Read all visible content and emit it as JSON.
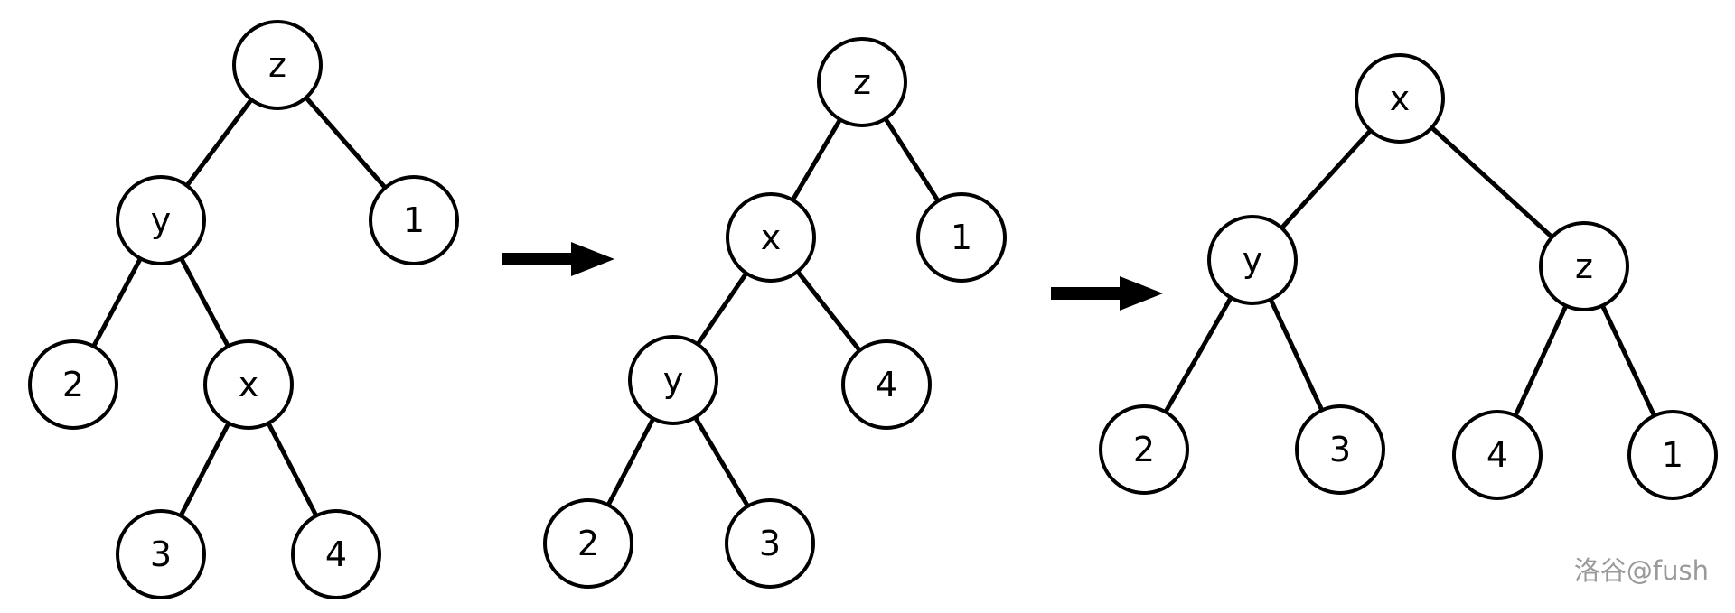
{
  "trees": [
    {
      "id": "tree-1",
      "nodes": [
        {
          "id": "z",
          "label": "z"
        },
        {
          "id": "y",
          "label": "y"
        },
        {
          "id": "n1",
          "label": "1"
        },
        {
          "id": "n2",
          "label": "2"
        },
        {
          "id": "x",
          "label": "x"
        },
        {
          "id": "n3",
          "label": "3"
        },
        {
          "id": "n4",
          "label": "4"
        }
      ],
      "edges": [
        [
          "z",
          "y"
        ],
        [
          "z",
          "n1"
        ],
        [
          "y",
          "n2"
        ],
        [
          "y",
          "x"
        ],
        [
          "x",
          "n3"
        ],
        [
          "x",
          "n4"
        ]
      ]
    },
    {
      "id": "tree-2",
      "nodes": [
        {
          "id": "z",
          "label": "z"
        },
        {
          "id": "x",
          "label": "x"
        },
        {
          "id": "n1",
          "label": "1"
        },
        {
          "id": "y",
          "label": "y"
        },
        {
          "id": "n4",
          "label": "4"
        },
        {
          "id": "n2",
          "label": "2"
        },
        {
          "id": "n3",
          "label": "3"
        }
      ],
      "edges": [
        [
          "z",
          "x"
        ],
        [
          "z",
          "n1"
        ],
        [
          "x",
          "y"
        ],
        [
          "x",
          "n4"
        ],
        [
          "y",
          "n2"
        ],
        [
          "y",
          "n3"
        ]
      ]
    },
    {
      "id": "tree-3",
      "nodes": [
        {
          "id": "x",
          "label": "x"
        },
        {
          "id": "y",
          "label": "y"
        },
        {
          "id": "z",
          "label": "z"
        },
        {
          "id": "n2",
          "label": "2"
        },
        {
          "id": "n3",
          "label": "3"
        },
        {
          "id": "n4",
          "label": "4"
        },
        {
          "id": "n1",
          "label": "1"
        }
      ],
      "edges": [
        [
          "x",
          "y"
        ],
        [
          "x",
          "z"
        ],
        [
          "y",
          "n2"
        ],
        [
          "y",
          "n3"
        ],
        [
          "z",
          "n4"
        ],
        [
          "z",
          "n1"
        ]
      ]
    }
  ],
  "watermark": "洛谷@fush"
}
